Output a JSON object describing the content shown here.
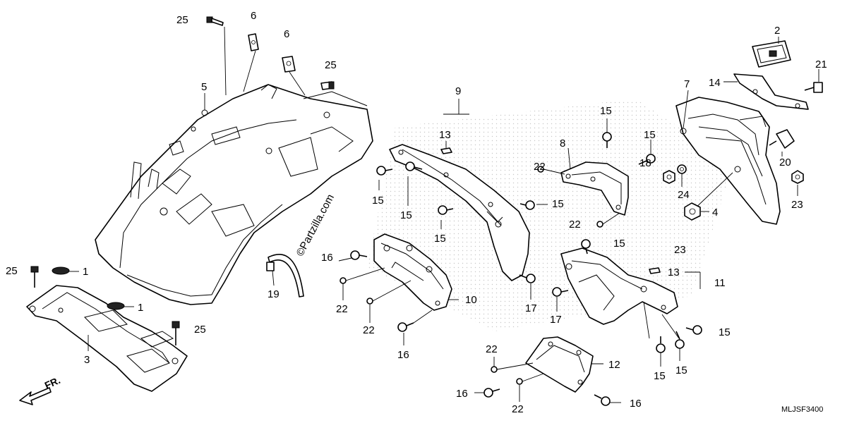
{
  "diagram_code": "MLJSF3400",
  "watermark": "©Partzilla.com",
  "front_label": "FR.",
  "callouts": {
    "c25a": "25",
    "c6a": "6",
    "c6b": "6",
    "c25b": "25",
    "c5": "5",
    "c25c": "25",
    "c1a": "1",
    "c1b": "1",
    "c25d": "25",
    "c3": "3",
    "c19": "19",
    "c9": "9",
    "c13a": "13",
    "c15a": "15",
    "c15b": "15",
    "c15c": "15",
    "c22a": "22",
    "c15d": "15",
    "c8": "8",
    "c15e": "15",
    "c15f": "15",
    "c22b": "22",
    "c2": "2",
    "c14": "14",
    "c21": "21",
    "c7": "7",
    "c18": "18",
    "c24": "24",
    "c20": "20",
    "c4": "4",
    "c23a": "23",
    "c23b": "23",
    "c16a": "16",
    "c22c": "22",
    "c22d": "22",
    "c10": "10",
    "c16b": "16",
    "c17a": "17",
    "c17b": "17",
    "c15g": "15",
    "c13b": "13",
    "c11": "11",
    "c15h": "15",
    "c15i": "15",
    "c15j": "15",
    "c22e": "22",
    "c12": "12",
    "c16c": "16",
    "c22f": "22",
    "c16d": "16"
  }
}
